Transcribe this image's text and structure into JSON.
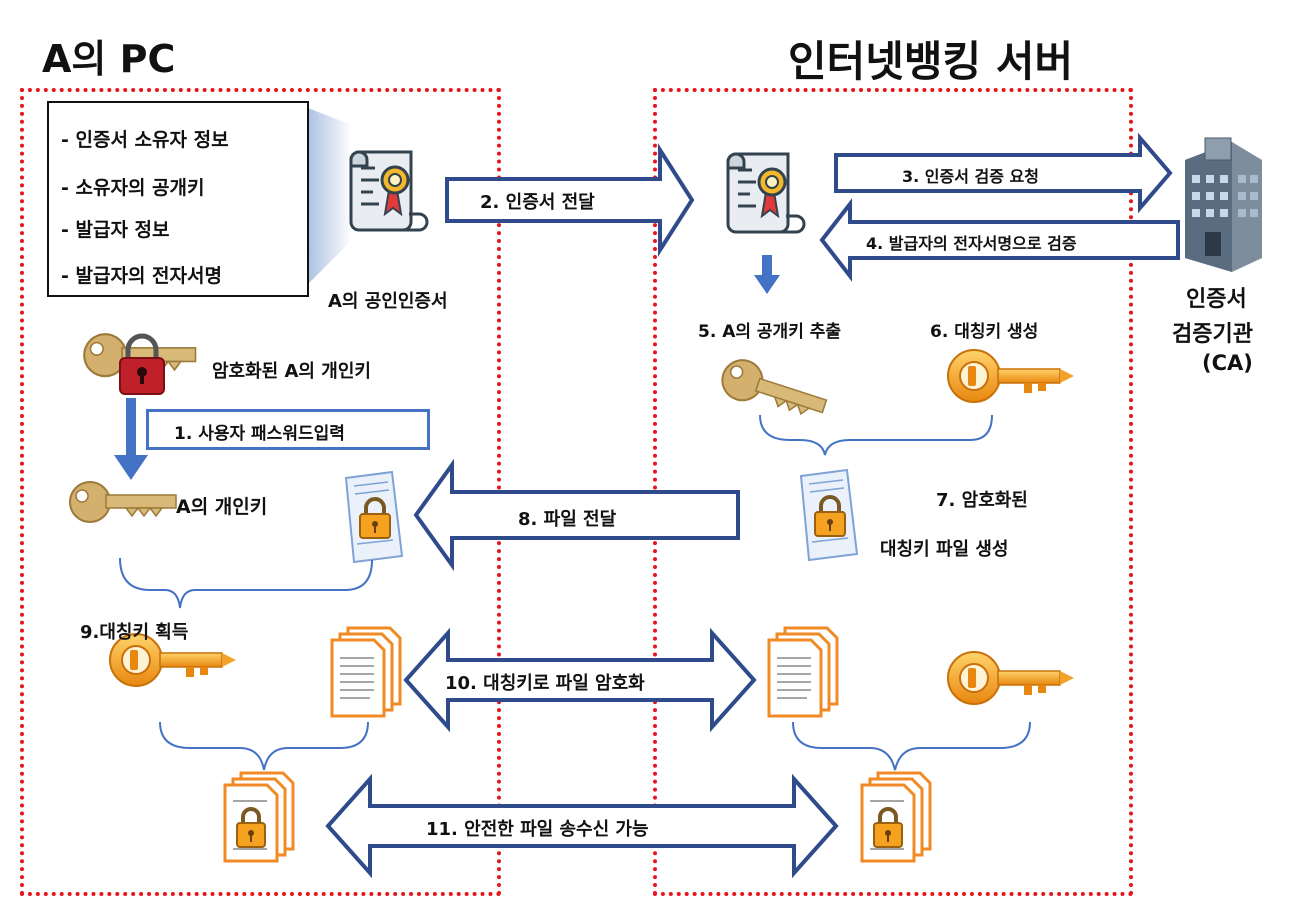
{
  "left_title": "A의 PC",
  "right_title": "인터넷뱅킹 서버",
  "cert_info_items": [
    "- 인증서 소유자 정보",
    "- 소유자의 공개키",
    "- 발급자 정보",
    "- 발급자의 전자서명"
  ],
  "labels": {
    "cert_a": "A의 공인인증서",
    "encrypted_private_key": "암호화된 A의 개인키",
    "private_key": "A의 개인키",
    "ca": [
      "인증서",
      "검증기관",
      "(CA)"
    ]
  },
  "steps": {
    "s1": "1. 사용자 패스워드입력",
    "s2": "2. 인증서  전달",
    "s3": "3. 인증서 검증 요청",
    "s4": "4. 발급자의 전자서명으로 검증",
    "s5": "5. A의 공개키 추출",
    "s6": "6. 대칭키 생성",
    "s7a": "7. 암호화된",
    "s7b": "대칭키 파일 생성",
    "s8": "8. 파일 전달",
    "s9": "9.대칭키 획득",
    "s10": "10. 대칭키로 파일 암호화",
    "s11": "11. 안전한 파일 송수신 가능"
  },
  "colors": {
    "zone_border": "#e8141c",
    "arrow_stroke": "#2f4b8c",
    "down_arrow": "#4472c4",
    "brace": "#4472c4",
    "gold_key": "#f5a21d",
    "brass_key": "#c9a35c",
    "lock_red": "#c0202a",
    "document_orange": "#f08a24",
    "building": "#5a6d80"
  }
}
